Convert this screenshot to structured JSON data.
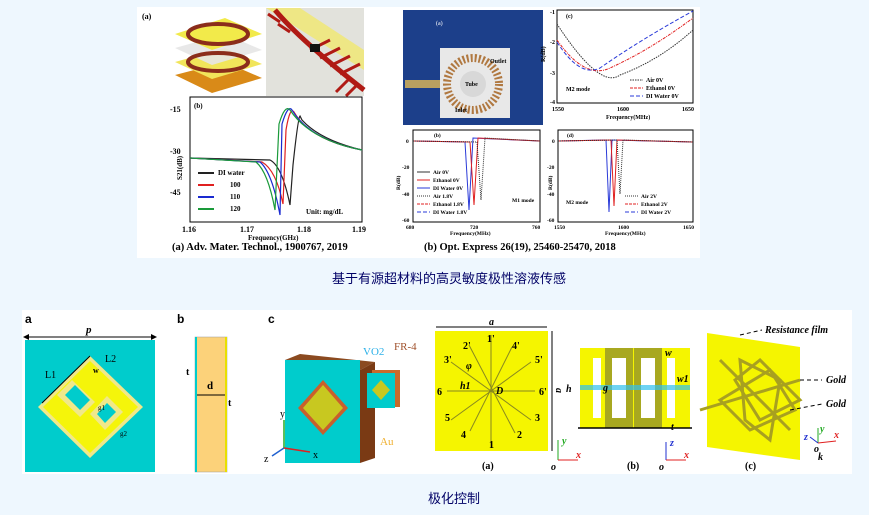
{
  "top_figure": {
    "left": {
      "panel_a_label": "(a)",
      "panel_b_label": "(b)",
      "chart": {
        "ylabel": "S21(dB)",
        "xlabel": "Frequency(GHz)",
        "yticks": [
          "-15",
          "-30",
          "-45"
        ],
        "xticks": [
          "1.16",
          "1.17",
          "1.18",
          "1.19"
        ],
        "legend": [
          "DI water",
          "100",
          "110",
          "120"
        ],
        "unit_note": "Unit: mg/dL"
      },
      "citation": "(a) Adv. Mater. Technol., 1900767, 2019"
    },
    "right": {
      "photo_label": "(a)",
      "photo_annotations": [
        "Outlet",
        "Tube",
        "Inlet"
      ],
      "chart_c": {
        "label": "(c)",
        "ylabel": "R(dB)",
        "xlabel": "Frequency(MHz)",
        "yticks": [
          "-1",
          "-2",
          "-3",
          "-4"
        ],
        "xticks": [
          "1550",
          "1600",
          "1650"
        ],
        "legend": [
          "Air 0V",
          "Ethanol 0V",
          "DI Water 0V"
        ],
        "mode": "M2 mode"
      },
      "chart_b": {
        "label": "(b)",
        "ylabel": "R(dB)",
        "xlabel": "Frequency(MHz)",
        "yticks": [
          "0",
          "-20",
          "-40",
          "-60"
        ],
        "xticks": [
          "680",
          "720",
          "760"
        ],
        "legend": [
          "Air 0V",
          "Ethanol 0V",
          "DI Water 0V",
          "Air 1.8V",
          "Ethanol 1.8V",
          "DI Water 1.8V"
        ],
        "mode": "M1 mode"
      },
      "chart_d": {
        "label": "(d)",
        "ylabel": "R(dB)",
        "xlabel": "Frequency(MHz)",
        "yticks": [
          "0",
          "-20",
          "-40",
          "-60"
        ],
        "xticks": [
          "1550",
          "1600",
          "1650"
        ],
        "legend": [
          "Air 2V",
          "Ethanol 2V",
          "DI Water 2V"
        ],
        "mode": "M2 mode"
      },
      "citation": "(b) Opt. Express 26(19), 25460-25470, 2018"
    }
  },
  "caption_1": "基于有源超材料的高灵敏度极性溶液传感",
  "bottom_figure": {
    "panel_a": {
      "label": "a",
      "p": "p",
      "L1": "L1",
      "L2": "L2",
      "w": "w",
      "g1": "g1",
      "g2": "g2"
    },
    "panel_b": {
      "label": "b",
      "t": "t",
      "d": "d"
    },
    "panel_c": {
      "label": "c",
      "vo2": "VO2",
      "fr4": "FR-4",
      "au": "Au",
      "x": "x",
      "y": "y",
      "z": "z"
    },
    "sub_a": {
      "caption": "(a)",
      "a": "a",
      "D_side": "a",
      "phi": "φ",
      "h1": "h1",
      "D": "D",
      "numbers": [
        "1'",
        "2'",
        "3'",
        "4'",
        "5'",
        "6'",
        "1",
        "2",
        "3",
        "4",
        "5",
        "6"
      ],
      "x": "x",
      "y": "y",
      "o": "o"
    },
    "sub_b": {
      "caption": "(b)",
      "h": "h",
      "w": "w",
      "w1": "w1",
      "g": "g",
      "t": "t",
      "x": "x",
      "z": "z",
      "o": "o"
    },
    "sub_c": {
      "caption": "(c)",
      "resistance_film": "Resistance film",
      "gold_1": "Gold",
      "gold_2": "Gold",
      "x": "x",
      "y": "y",
      "z": "z",
      "o": "o",
      "k": "k"
    }
  },
  "caption_2": "极化控制",
  "colors": {
    "background": "#eef7fe",
    "caption": "#000066",
    "cyan": "#00cccc",
    "gold": "#f2ee2a"
  }
}
